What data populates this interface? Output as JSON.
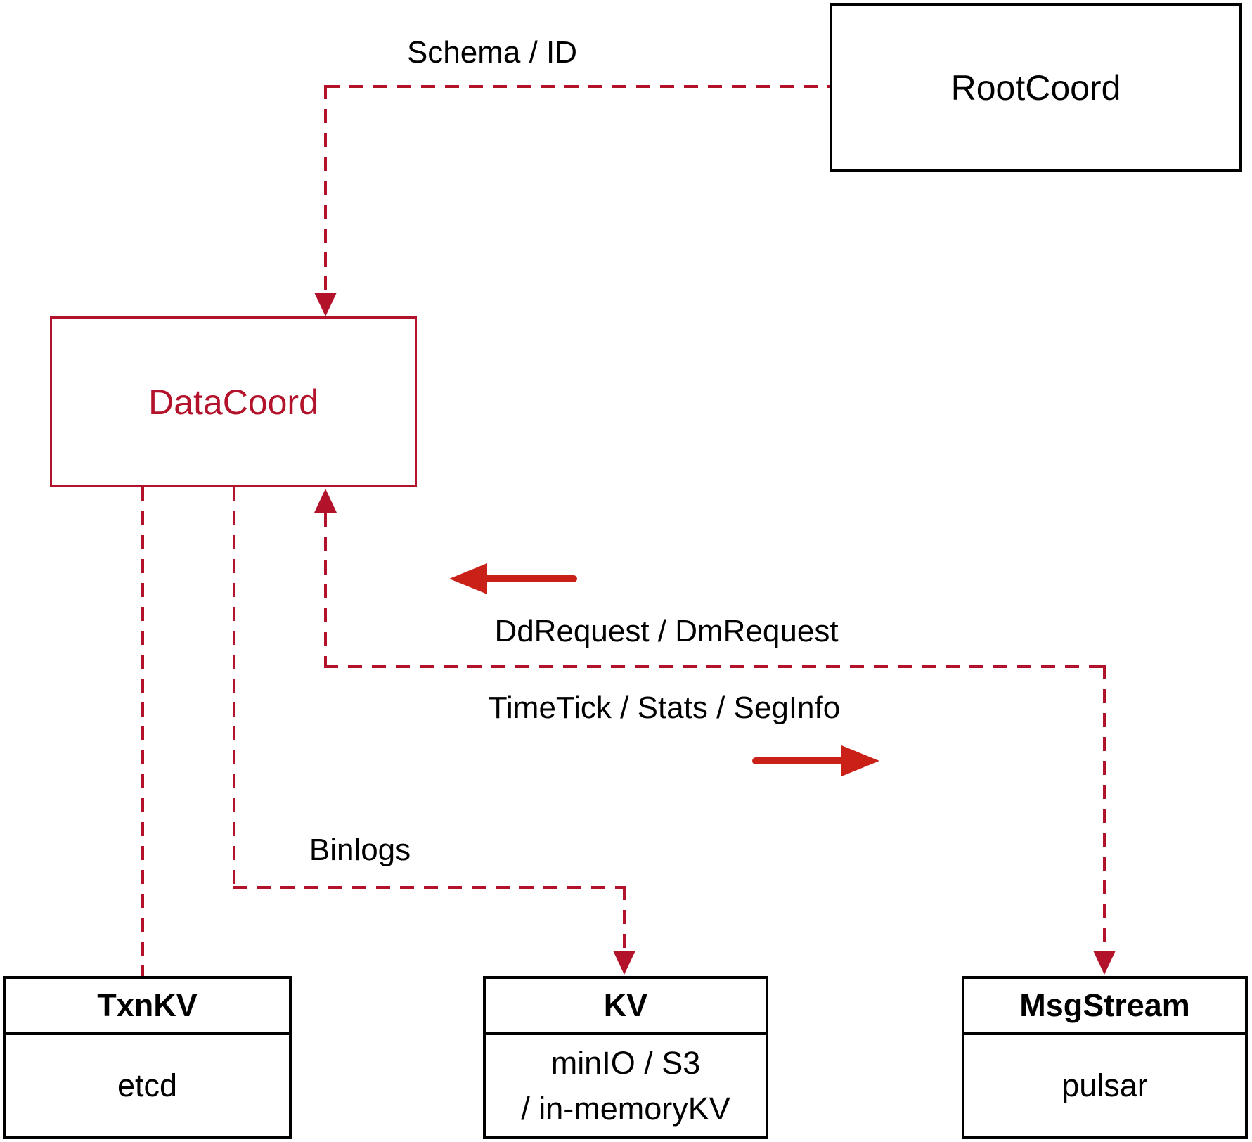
{
  "diagram": {
    "colors": {
      "dashed_connector": "#b3122b",
      "solid_arrow": "#c92118",
      "box_border": "#000000",
      "datacoord_accent": "#b3122b",
      "background": "#ffffff"
    },
    "nodes": {
      "rootcoord": {
        "label": "RootCoord"
      },
      "datacoord": {
        "label": "DataCoord"
      },
      "txnkv": {
        "title": "TxnKV",
        "body": "etcd"
      },
      "kv": {
        "title": "KV",
        "body_line1": "minIO / S3",
        "body_line2": "/ in-memoryKV"
      },
      "msgstream": {
        "title": "MsgStream",
        "body": "pulsar"
      }
    },
    "edges": {
      "schema_id": {
        "label": "Schema / ID",
        "from": "RootCoord",
        "to": "DataCoord",
        "style": "dashed"
      },
      "dd_request": {
        "label": "DdRequest / DmRequest",
        "direction": "left",
        "style": "dashed"
      },
      "time_tick": {
        "label": "TimeTick / Stats / SegInfo",
        "direction": "right",
        "style": "dashed"
      },
      "binlogs": {
        "label": "Binlogs",
        "from": "DataCoord",
        "to": "KV",
        "style": "dashed"
      }
    }
  }
}
